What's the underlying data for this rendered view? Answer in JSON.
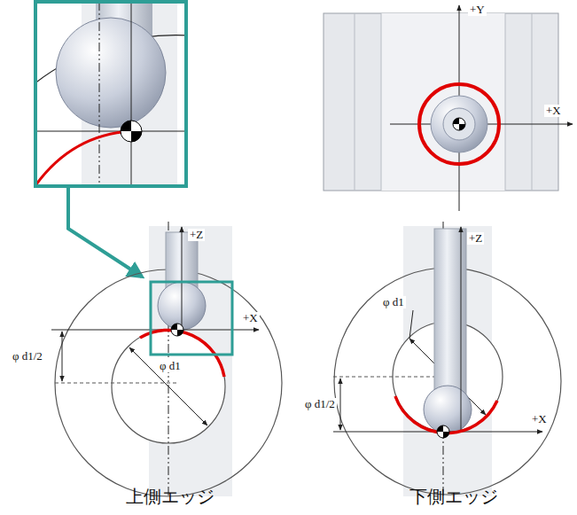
{
  "diagram": {
    "labels": [
      "+Y",
      "+X",
      "+Z",
      "+X",
      "φ d1/2",
      "φ d1",
      "+Z",
      "φ d1",
      "φ d1/2",
      "+X",
      "上側エッジ",
      "下側エッジ"
    ]
  }
}
